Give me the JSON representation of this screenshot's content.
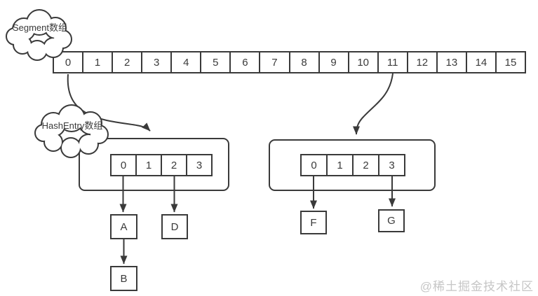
{
  "colors": {
    "stroke": "#3a3a3a",
    "text": "#3a3a3a",
    "watermark": "#c6c6c6",
    "background": "#ffffff"
  },
  "annotations": {
    "segment_cloud_label": "Segment数组",
    "hashentry_cloud_label": "HashEntry数组"
  },
  "segment_array": {
    "cells": [
      "0",
      "1",
      "2",
      "3",
      "4",
      "5",
      "6",
      "7",
      "8",
      "9",
      "10",
      "11",
      "12",
      "13",
      "14",
      "15"
    ]
  },
  "left_bucket": {
    "cells": [
      "0",
      "1",
      "2",
      "3"
    ]
  },
  "right_bucket": {
    "cells": [
      "0",
      "1",
      "2",
      "3"
    ]
  },
  "nodes": {
    "a": "A",
    "b": "B",
    "d": "D",
    "f": "F",
    "g": "G"
  },
  "watermark": "@稀土掘金技术社区"
}
